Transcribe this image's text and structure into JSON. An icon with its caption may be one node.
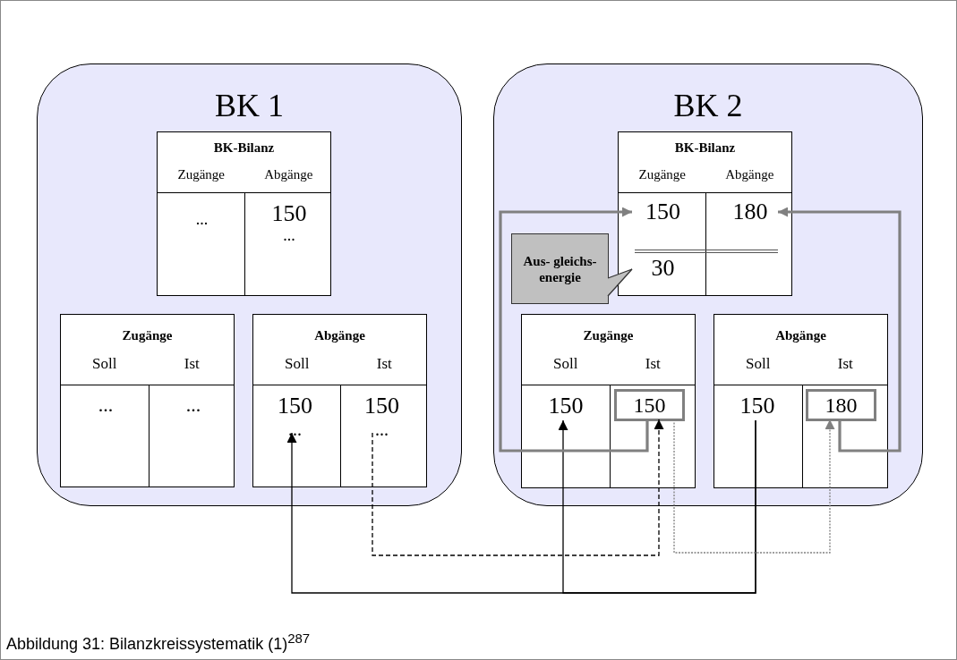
{
  "diagram": {
    "caption": "Abbildung 31: Bilanzkreissystematik (1)$^{287}$",
    "nodes": [
      {
        "text": [
          "BK 1"
        ]
      },
      {
        "text": [
          "BK-Bilanz",
          "Zugänge",
          "Abgänge"
        ],
        "in": 0
      },
      {
        "text": [
          "..."
        ],
        "in": 1
      },
      {
        "text": [
          "150",
          "..."
        ],
        "in": 1
      },
      {
        "text": [
          "Zugänge",
          "Soll",
          "Ist"
        ],
        "in": 0
      },
      {
        "text": [
          "..."
        ],
        "in": 4
      },
      {
        "text": [
          "..."
        ],
        "in": 4
      },
      {
        "text": [
          "Abgänge",
          "Soll",
          "Ist"
        ],
        "in": 0
      },
      {
        "text": [
          "150",
          "..."
        ],
        "in": 7
      },
      {
        "text": [
          "150",
          "..."
        ],
        "in": 7
      },
      {
        "text": [
          "BK 2"
        ]
      },
      {
        "text": [
          "BK-Bilanz",
          "Zugänge",
          "Abgänge"
        ],
        "in": 10
      },
      {
        "text": [
          "150"
        ],
        "in": 11
      },
      {
        "text": [
          "180"
        ],
        "in": 11
      },
      {
        "text": [
          "30"
        ],
        "in": 11
      },
      {
        "text": [
          "Aus- gleichs- energie"
        ],
        "in": 10
      },
      {
        "text": [
          "Zugänge",
          "Soll",
          "Ist"
        ],
        "in": 10
      },
      {
        "text": [
          "150"
        ],
        "in": 16
      },
      {
        "text": [
          "150"
        ],
        "in": 16
      },
      {
        "text": [
          "Abgänge",
          "Soll",
          "Ist"
        ],
        "in": 10
      },
      {
        "text": [
          "150"
        ],
        "in": 19
      },
      {
        "text": [
          "180"
        ],
        "in": 19
      }
    ],
    "edges": [
      {
        "from": 20,
        "to": 8,
        "arrow": "to"
      },
      {
        "from": 20,
        "to": 17,
        "arrow": "to"
      },
      {
        "from": 9,
        "to": 18,
        "arrow": "to",
        "style": "dashed"
      },
      {
        "from": 18,
        "to": 21,
        "arrow": "to",
        "style": "dashed",
        "color": "#808080"
      },
      {
        "from": 18,
        "to": 12,
        "arrow": "to",
        "style": "thick",
        "color": "#808080"
      },
      {
        "from": 21,
        "to": 13,
        "arrow": "to",
        "style": "thick",
        "color": "#808080"
      },
      {
        "from": 15,
        "to": 14,
        "arrow": "to"
      }
    ]
  }
}
